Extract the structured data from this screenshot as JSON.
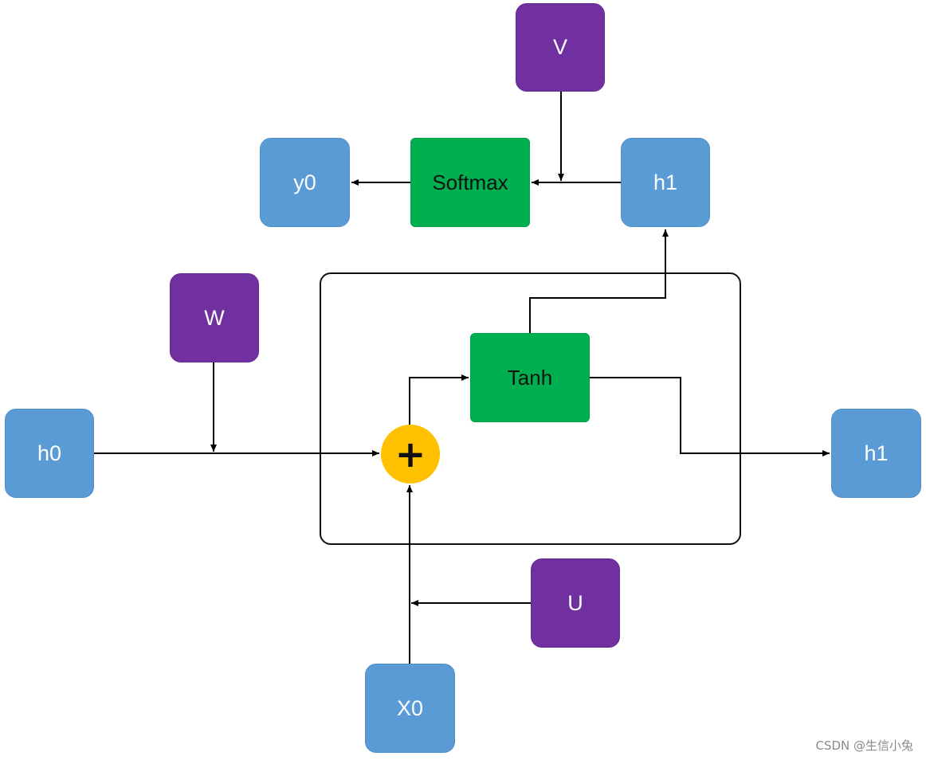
{
  "nodes": {
    "v": "V",
    "w": "W",
    "u": "U",
    "y0": "y0",
    "softmax": "Softmax",
    "h1_top": "h1",
    "tanh": "Tanh",
    "h0": "h0",
    "h1_right": "h1",
    "x0": "X0",
    "adder_symbol": "+"
  },
  "watermark": "CSDN @生信小兔",
  "colors": {
    "state_node": "#5b9bd5",
    "weight_node": "#7030a0",
    "activation_node": "#00b050",
    "adder": "#ffc000",
    "wire": "#000000"
  }
}
